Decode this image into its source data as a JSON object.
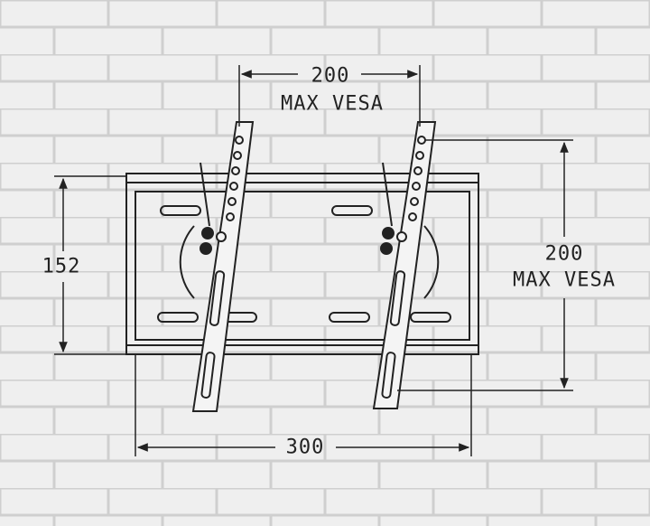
{
  "dimensions": {
    "top_width": {
      "value": "200",
      "caption": "MAX VESA"
    },
    "right_height": {
      "value": "200",
      "caption": "MAX VESA"
    },
    "left_height": {
      "value": "152"
    },
    "bottom_width": {
      "value": "300"
    }
  },
  "colors": {
    "wall": "#eeeeee",
    "mortar": "#c8c8c8",
    "line": "#222222"
  }
}
